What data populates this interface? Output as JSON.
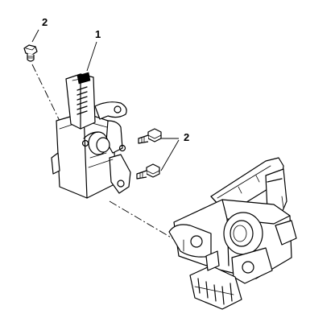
{
  "callouts": {
    "bolt_top": "2",
    "slack_adjuster": "1",
    "bolts_right": "2"
  },
  "colors": {
    "line": "#000000",
    "background": "#ffffff"
  }
}
